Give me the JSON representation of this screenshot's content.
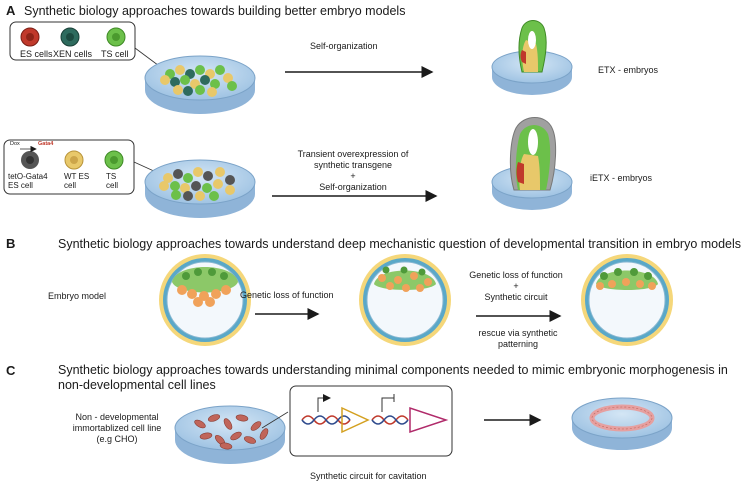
{
  "sectionA": {
    "letter": "A",
    "title": "Synthetic biology approaches towards building better embryo models",
    "legend1": {
      "es": "ES cells",
      "xen": "XEN cells",
      "ts": "TS cell"
    },
    "arrow1_label": "Self-organization",
    "result1": "ETX - embryos",
    "legend2": {
      "dox": "Dox",
      "gata4": "Gata4",
      "tet": "tetO-Gata4\nES cell",
      "wt": "WT ES\ncell",
      "ts": "TS\ncell"
    },
    "arrow2_label": "Transient overexpression of\nsynthetic transgene\n+\nSelf-organization",
    "result2": "iETX - embryos"
  },
  "sectionB": {
    "letter": "B",
    "title": "Synthetic biology approaches towards understand deep mechanistic question of developmental transition in embryo models",
    "embryo_label": "Embryo model",
    "arrow1_label": "Genetic loss of function",
    "arrow2_label": "Genetic loss of function\n+\nSynthetic circuit",
    "rescue_label": "rescue via synthetic\npatterning"
  },
  "sectionC": {
    "letter": "C",
    "title": "Synthetic biology approaches towards understanding minimal components needed to mimic embryonic morphogenesis in\nnon-developmental cell lines",
    "cell_line_label": "Non - developmental\nimmortablized cell line\n(e.g CHO)",
    "circuit_caption": "Synthetic circuit for cavitation"
  },
  "colors": {
    "es": "#c0392b",
    "xen": "#2e6b5e",
    "ts": "#6cc04a",
    "wt": "#e8c86a",
    "tet": "#555555",
    "dish": "#a9cbe8"
  }
}
